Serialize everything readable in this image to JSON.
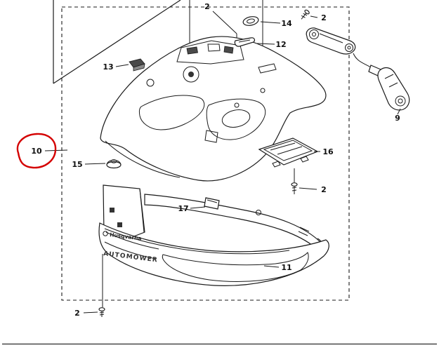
{
  "diagram": {
    "labels": [
      {
        "id": "pos-2-top",
        "text": "2"
      },
      {
        "id": "pos-14",
        "text": "14"
      },
      {
        "id": "pos-12",
        "text": "12"
      },
      {
        "id": "pos-13",
        "text": "13"
      },
      {
        "id": "pos-2-top-right",
        "text": "2"
      },
      {
        "id": "pos-9",
        "text": "9"
      },
      {
        "id": "pos-10",
        "text": "10"
      },
      {
        "id": "pos-15",
        "text": "15"
      },
      {
        "id": "pos-16",
        "text": "16"
      },
      {
        "id": "pos-2-right",
        "text": "2"
      },
      {
        "id": "pos-17",
        "text": "17"
      },
      {
        "id": "pos-11",
        "text": "11"
      },
      {
        "id": "pos-2-bottom",
        "text": "2"
      }
    ],
    "highlighted_label": "10",
    "branding": {
      "brand": "Husqvarna",
      "model": "AUTOMOWER"
    },
    "colors": {
      "highlight": "#d40000",
      "line": "#1a1a1a",
      "background": "#ffffff"
    }
  }
}
